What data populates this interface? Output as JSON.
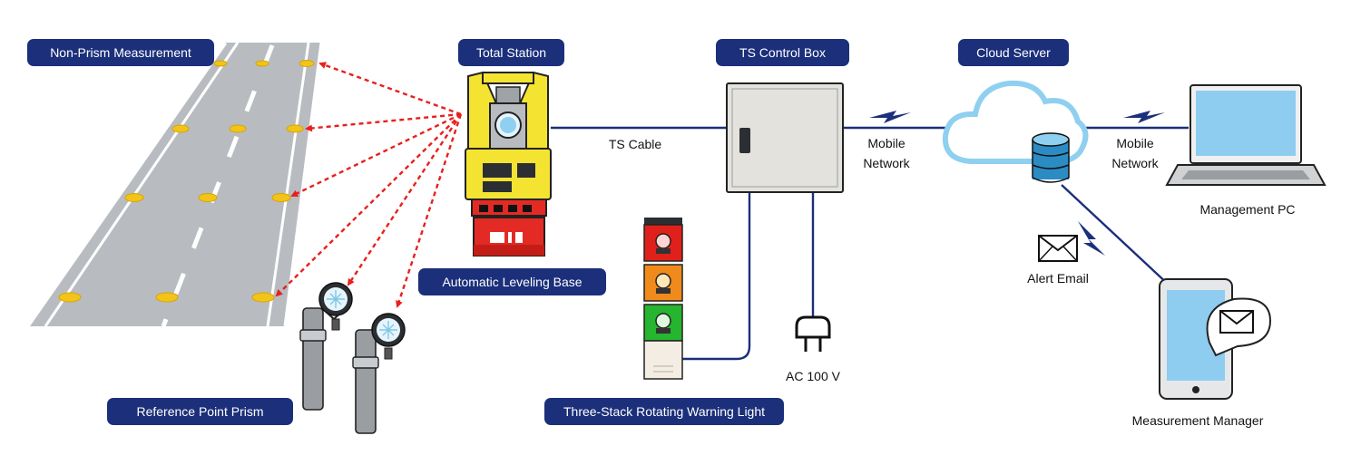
{
  "labels": {
    "non_prism": "Non-Prism Measurement",
    "total_station": "Total Station",
    "control_box": "TS Control Box",
    "cloud_server": "Cloud Server",
    "leveling_base": "Automatic Leveling Base",
    "reference_prism": "Reference Point Prism",
    "warning_light": "Three-Stack Rotating Warning Light",
    "ts_cable": "TS Cable",
    "mobile_network_1_line1": "Mobile",
    "mobile_network_1_line2": "Network",
    "mobile_network_2_line1": "Mobile",
    "mobile_network_2_line2": "Network",
    "management_pc": "Management PC",
    "alert_email": "Alert Email",
    "ac_power": "AC 100 V",
    "measurement_manager": "Measurement Manager"
  },
  "colors": {
    "label_bg": "#1b2f7a",
    "connector_line": "#1b2f7a",
    "measurement_ray": "#e8201c",
    "total_station_body": "#f5e332",
    "leveling_base": "#e42a24",
    "road_surface": "#b8bcc0",
    "marker": "#f2c419",
    "cloud_outline": "#8fd0f0",
    "database": "#2b8cc4",
    "light_red": "#e0201b",
    "light_orange": "#f08a1a",
    "light_green": "#26b52e",
    "screen_blue": "#8ecdf0"
  },
  "icons": [
    "road",
    "total-station",
    "leveling-base",
    "prism",
    "warning-light",
    "control-box",
    "power-plug",
    "cloud",
    "database",
    "laptop",
    "tablet",
    "email-envelope",
    "lightning"
  ]
}
